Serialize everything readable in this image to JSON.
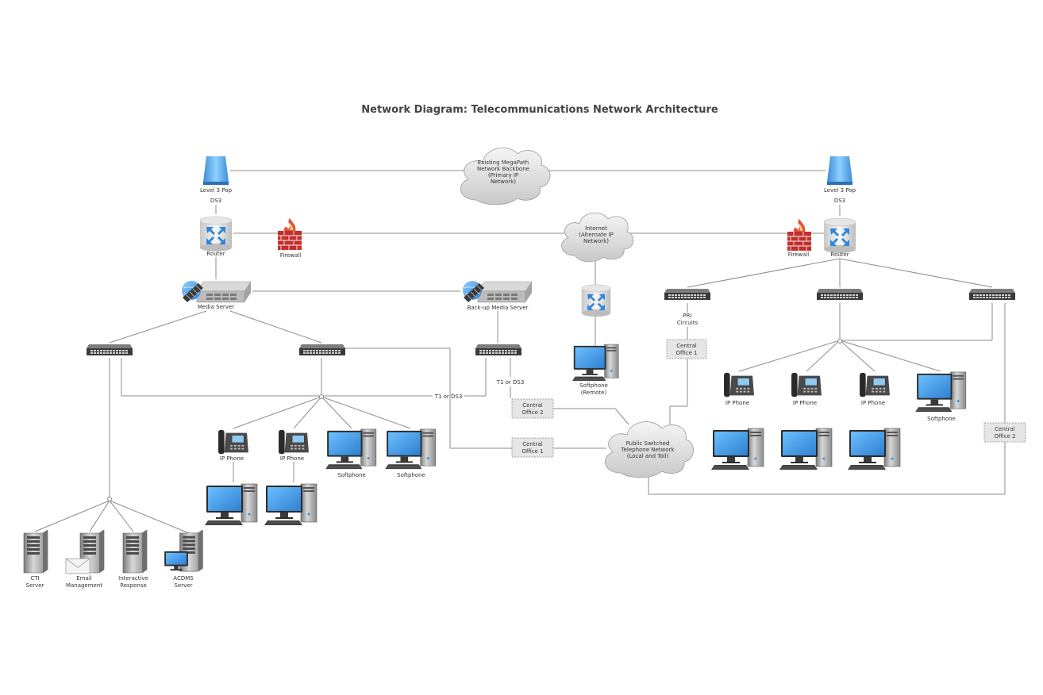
{
  "title": "Network Diagram: Telecommunications Network Architecture",
  "colors": {
    "line": "#8c8c8c",
    "pop_blue": "#5aa9e6",
    "firewall_red": "#d0332e",
    "screen_blue": "#4a9fe0",
    "office_fill": "#e6e6e6"
  },
  "labels": {
    "pop_left": "Level 3 Pop",
    "pop_right": "Level 3 Pop",
    "ds3_left": "DS3",
    "ds3_right": "DS3",
    "router_left": "Router",
    "router_right": "Router",
    "firewall_left": "Firewall",
    "firewall_right": "Firewall",
    "media_server": "Media Server",
    "backup_media_server": "Back-up Media Server",
    "pri_l1": "PRI",
    "pri_l2": "Circuits",
    "t1_ds3_a": "T1 or DS3",
    "t1_ds3_b": "T1 or DS3",
    "softphone_remote_l1": "Softphone",
    "softphone_remote_l2": "(Remote)",
    "ip_phone": "IP Phone",
    "softphone": "Softphone",
    "cti_l1": "CTI",
    "cti_l2": "Server",
    "email_l1": "Email",
    "email_l2": "Management",
    "ivr_l1": "Interactive",
    "ivr_l2": "Response",
    "acdms_l1": "ACDMS",
    "acdms_l2": "Server"
  },
  "clouds": {
    "megapath": [
      "Existing MegaPath",
      "Network Backbone",
      "(Primary IP",
      "Network)"
    ],
    "internet": [
      "Internet",
      "(Alternate IP",
      "Network)"
    ],
    "pstn": [
      "Public Switched",
      "Telephone Network",
      "(Local and Toll)"
    ]
  },
  "offices": {
    "co1_right": [
      "Central",
      "Office 1"
    ],
    "co2_mid": [
      "Central",
      "Office 2"
    ],
    "co1_mid": [
      "Central",
      "Office 1"
    ],
    "co2_right": [
      "Central",
      "Office 2"
    ]
  }
}
